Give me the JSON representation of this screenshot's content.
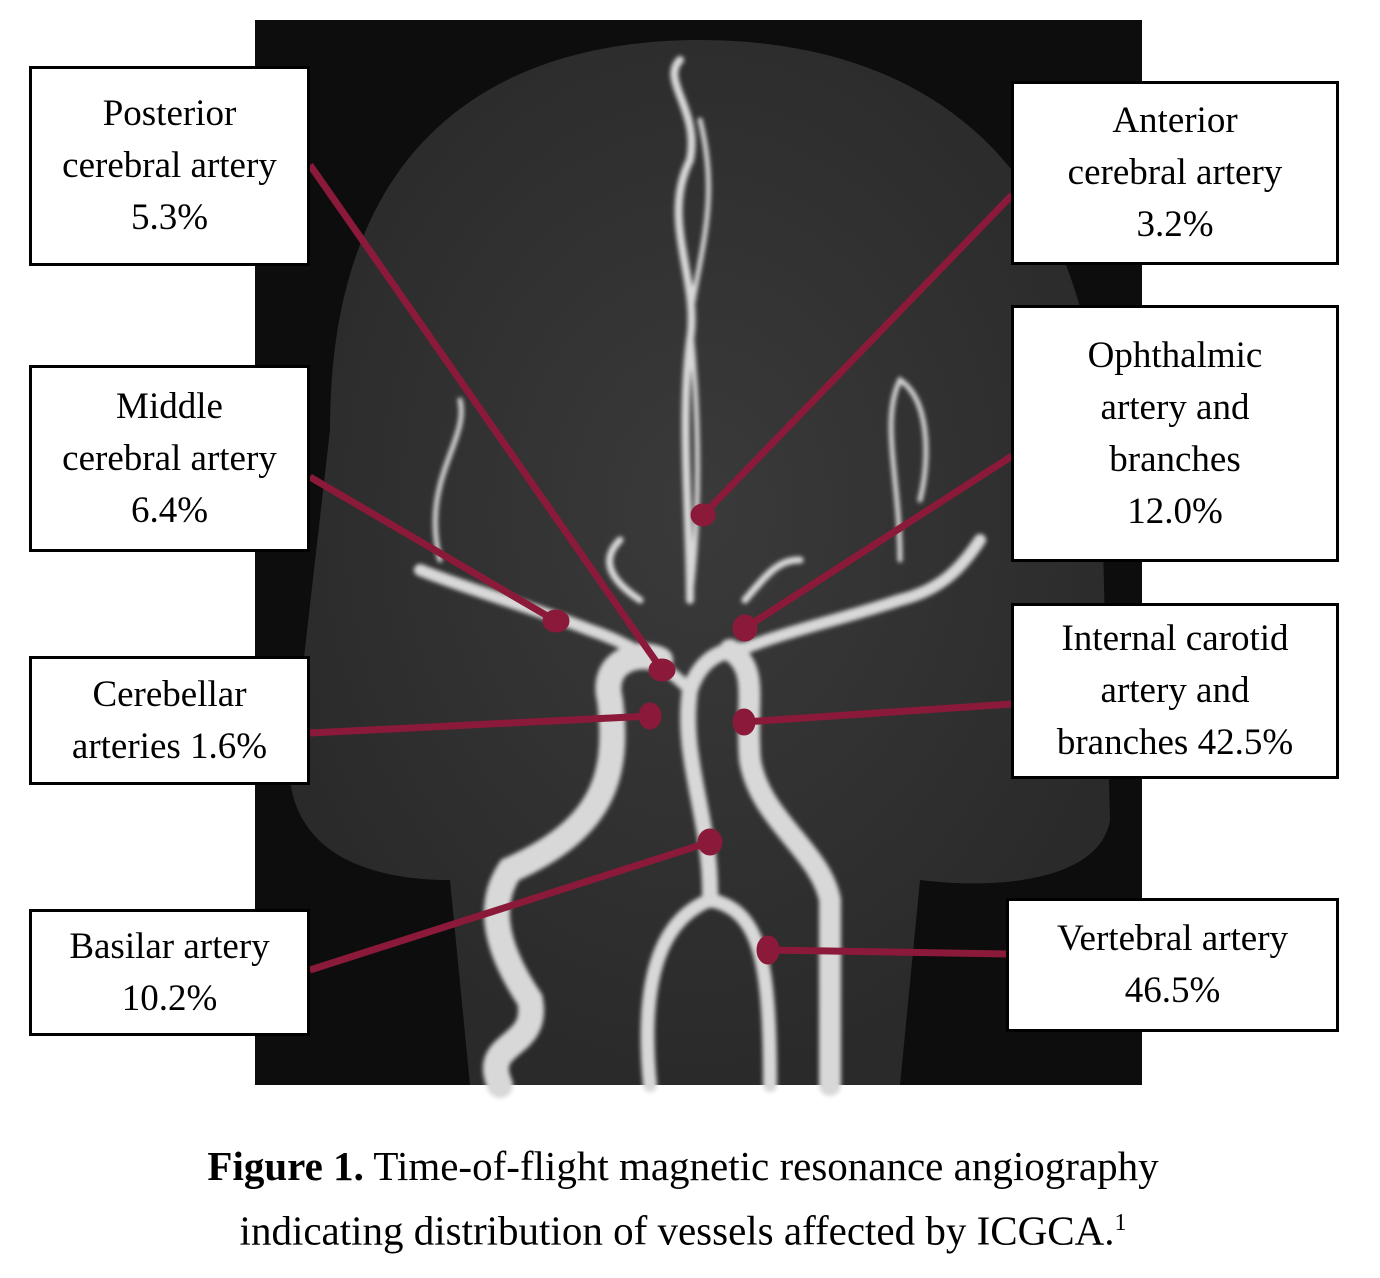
{
  "labels": {
    "posterior": {
      "name": [
        "Posterior",
        "cerebral artery"
      ],
      "pct": "5.3%"
    },
    "middle": {
      "name": [
        "Middle",
        "cerebral artery"
      ],
      "pct": "6.4%"
    },
    "cerebellar": {
      "name": [
        "Cerebellar",
        "arteries 1.6%"
      ]
    },
    "basilar": {
      "name": [
        "Basilar artery"
      ],
      "pct": "10.2%"
    },
    "anterior": {
      "name": [
        "Anterior",
        "cerebral artery"
      ],
      "pct": "3.2%"
    },
    "ophthalmic": {
      "name": [
        "Ophthalmic",
        "artery and",
        "branches"
      ],
      "pct": "12.0%"
    },
    "internal_carotid": {
      "name": [
        "Internal carotid",
        "artery and",
        "branches 42.5%"
      ]
    },
    "vertebral": {
      "name": [
        "Vertebral artery"
      ],
      "pct": "46.5%"
    }
  },
  "caption": {
    "label": "Figure 1.",
    "line1": " Time-of-flight magnetic resonance angiography",
    "line2": "indicating distribution of vessels affected by ICGCA.",
    "ref": "1"
  },
  "colors": {
    "pointer": "#8b1a3a",
    "background": "#1a1a1a"
  }
}
